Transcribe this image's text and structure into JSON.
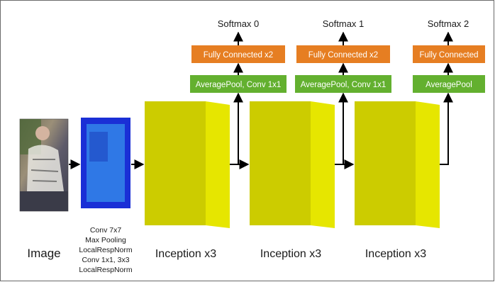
{
  "image_label": "Image",
  "stem_lines": [
    "Conv 7x7",
    "Max Pooling",
    "LocalRespNorm",
    "Conv 1x1, 3x3",
    "LocalRespNorm"
  ],
  "blocks": [
    {
      "label": "Inception x3"
    },
    {
      "label": "Inception x3"
    },
    {
      "label": "Inception x3"
    }
  ],
  "heads": [
    {
      "softmax": "Softmax 0",
      "fc": "Fully Connected x2",
      "pool": "AveragePool, Conv 1x1"
    },
    {
      "softmax": "Softmax 1",
      "fc": "Fully Connected x2",
      "pool": "AveragePool, Conv 1x1"
    },
    {
      "softmax": "Softmax 2",
      "fc": "Fully Connected",
      "pool": "AveragePool"
    }
  ],
  "colors": {
    "fc_box": "#e67e22",
    "pool_box": "#63b02f",
    "block_front": "#cccc00",
    "block_side": "#e6e600",
    "stem_outer": "#1a2fd6",
    "stem_inner": "#2f78e6",
    "stem_inner_dark": "#2459cf"
  }
}
